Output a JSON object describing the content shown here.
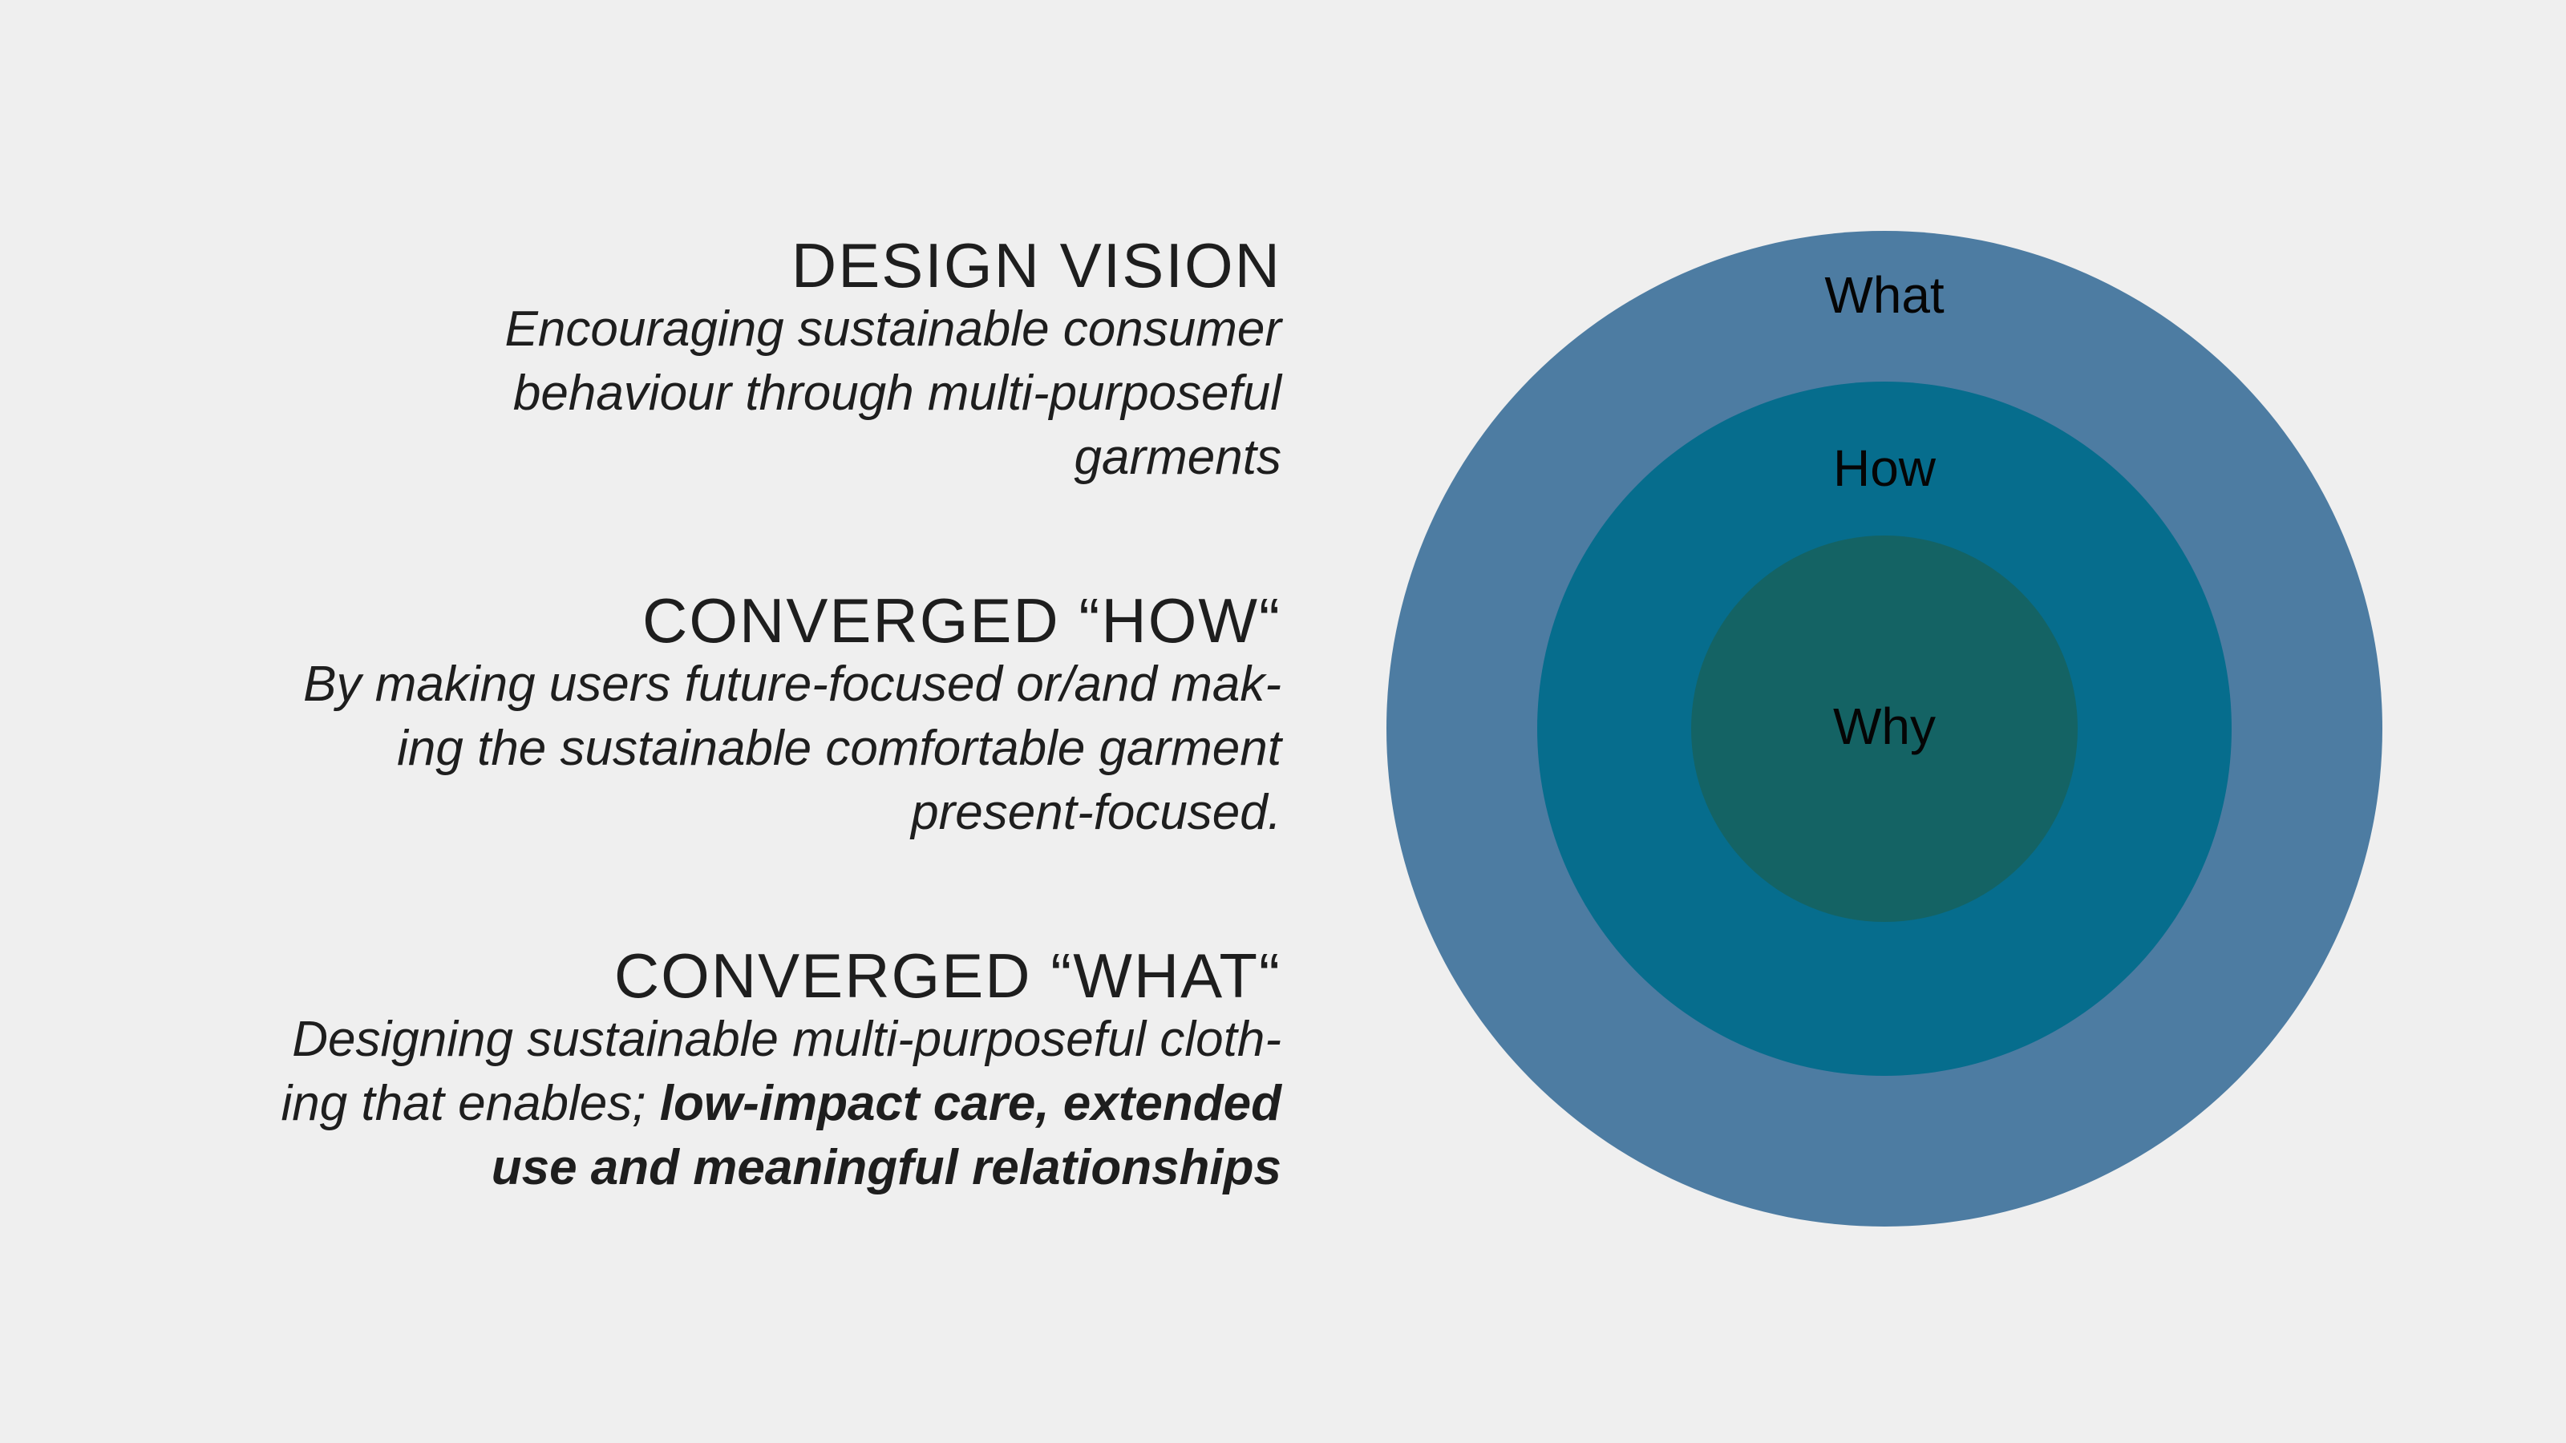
{
  "sections": [
    {
      "heading": "DESIGN VISION",
      "lines": [
        "Encouraging sustainable consumer",
        "behaviour through multi-purposeful",
        "garments"
      ]
    },
    {
      "heading": "CONVERGED “HOW“",
      "lines": [
        "By making users future-focused or/and mak-",
        "ing the sustainable comfortable garment",
        "present-focused."
      ]
    },
    {
      "heading": "CONVERGED “WHAT“",
      "line1": "Designing sustainable multi-purposeful cloth-",
      "line2_plain": "ing that enables; ",
      "line2_bold": "low-impact care, extended",
      "line3_bold": "use and meaningful relationships"
    }
  ],
  "diagram": {
    "outer_label": "What",
    "middle_label": "How",
    "inner_label": "Why",
    "colors": {
      "outer": "#4d7ca2",
      "middle": "#066d8d",
      "inner": "#146364",
      "background": "#efefef"
    }
  }
}
